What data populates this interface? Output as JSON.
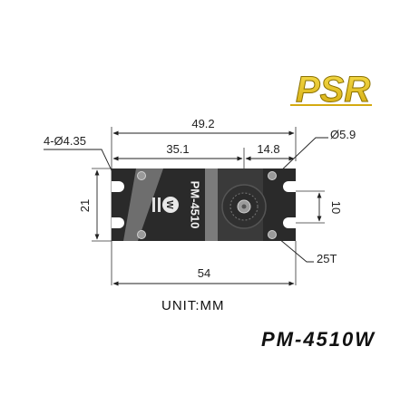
{
  "logo": {
    "brand": "PSR"
  },
  "labels": {
    "mount_hole": "4-Ø4.35",
    "total_length": "49.2",
    "spline_offset": "35.1",
    "spline_to_end": "14.8",
    "spline_dia": "Ø5.9",
    "body_width": "21",
    "tab_height": "10",
    "spline_teeth": "25T",
    "mount_length": "54",
    "case_marking": "PM-4510",
    "unit": "UNIT:MM",
    "model": "PM-4510W"
  },
  "colors": {
    "logo_gold": "#e6c318",
    "case": "#2a2a2a",
    "accent": "#8a8a8a"
  }
}
